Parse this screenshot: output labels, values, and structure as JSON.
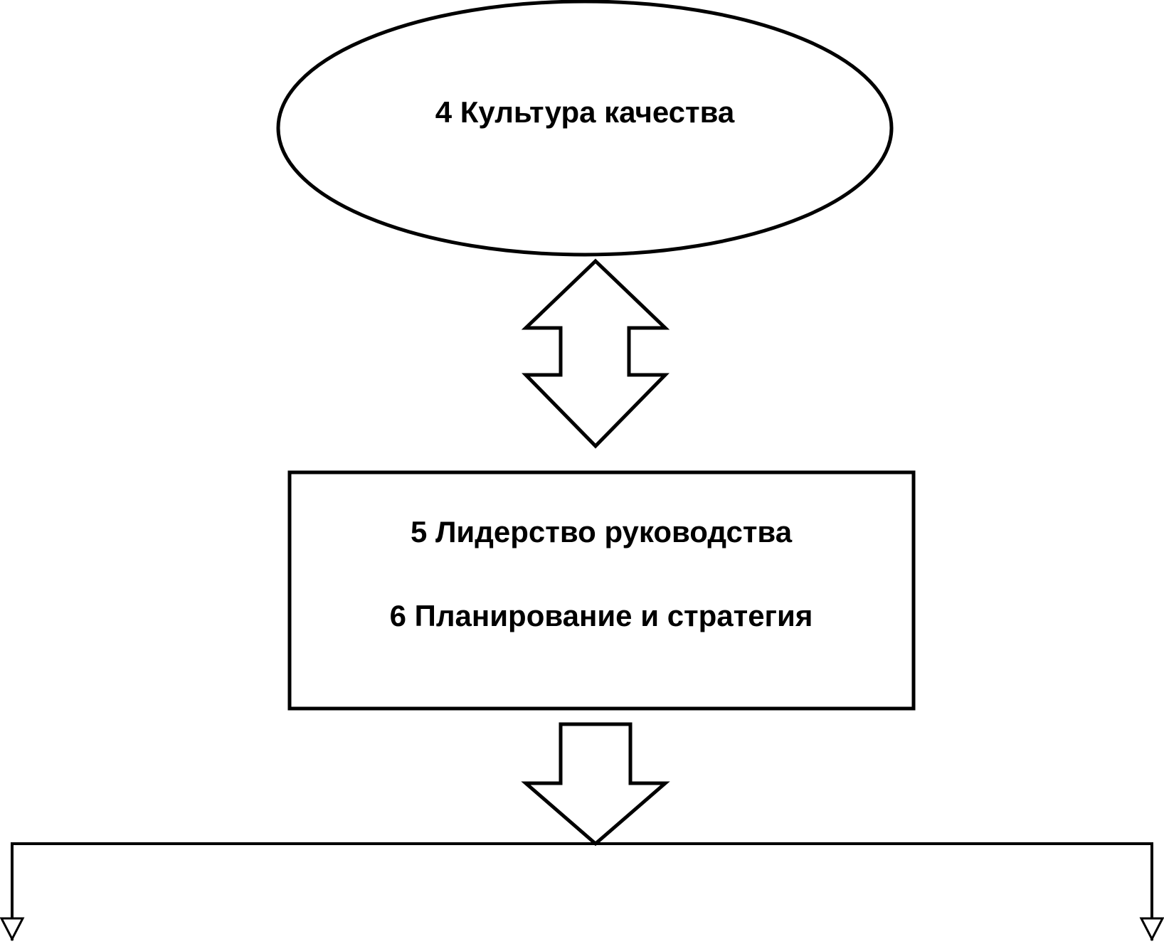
{
  "nodes": {
    "culture": {
      "label": "4 Культура качества"
    },
    "leadership_box": {
      "line1": "5 Лидерство руководства",
      "line2": "6 Планирование и стратегия"
    }
  },
  "colors": {
    "stroke": "#000000",
    "fill": "#ffffff"
  }
}
